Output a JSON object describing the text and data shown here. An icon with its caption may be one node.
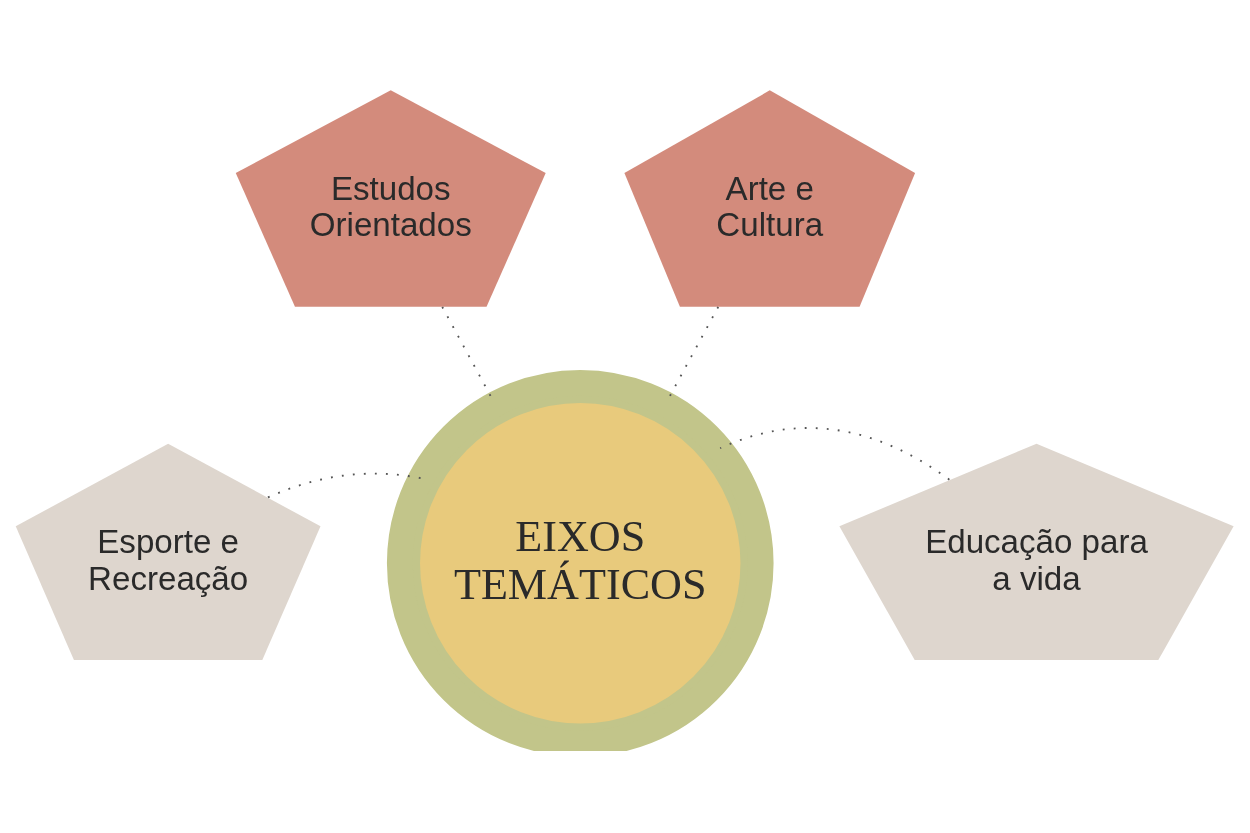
{
  "diagram": {
    "nodes": [
      {
        "text": [
          "Estudos Orientados"
        ]
      },
      {
        "text": [
          "Arte e Cultura"
        ]
      },
      {
        "text": [
          "Esporte e Recreação"
        ]
      },
      {
        "text": [
          "EIXOS TEMÁTICOS"
        ]
      },
      {
        "text": [
          "Educação para a vida"
        ]
      }
    ],
    "edges": [
      {
        "from": 0,
        "to": 3,
        "arrow": "none",
        "style": "dashed"
      },
      {
        "from": 1,
        "to": 3,
        "arrow": "none",
        "style": "dashed"
      },
      {
        "from": 2,
        "to": 3,
        "arrow": "none",
        "style": "dashed"
      },
      {
        "from": 4,
        "to": 3,
        "arrow": "none",
        "style": "dashed"
      }
    ]
  }
}
